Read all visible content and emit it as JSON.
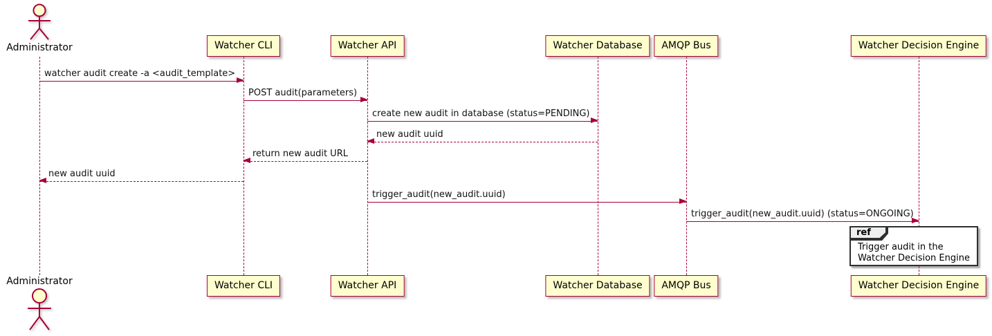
{
  "diagram": {
    "type": "sequence",
    "colors": {
      "participant_fill": "#FEFECE",
      "participant_border": "#A80036",
      "lifeline": "#A80036",
      "arrow": "#A80036",
      "message_text": "#111111",
      "ref_border": "#2F2F2F",
      "ref_header_fill": "#EEEEEE",
      "background": "#FFFFFF"
    },
    "actor": {
      "label": "Administrator"
    },
    "participants": [
      {
        "label": "Watcher CLI"
      },
      {
        "label": "Watcher API"
      },
      {
        "label": "Watcher Database"
      },
      {
        "label": "AMQP Bus"
      },
      {
        "label": "Watcher Decision Engine"
      }
    ],
    "messages": [
      {
        "label": "watcher audit create -a <audit_template>",
        "from": "Administrator",
        "to": "Watcher CLI",
        "line": "solid",
        "direction": "right"
      },
      {
        "label": "POST audit(parameters)",
        "from": "Watcher CLI",
        "to": "Watcher API",
        "line": "solid",
        "direction": "right"
      },
      {
        "label": "create new audit in database (status=PENDING)",
        "from": "Watcher API",
        "to": "Watcher Database",
        "line": "solid",
        "direction": "right"
      },
      {
        "label": "new audit uuid",
        "from": "Watcher Database",
        "to": "Watcher API",
        "line": "dashed",
        "direction": "left"
      },
      {
        "label": "return new audit URL",
        "from": "Watcher API",
        "to": "Watcher CLI",
        "line": "dashed",
        "direction": "left"
      },
      {
        "label": "new audit uuid",
        "from": "Watcher CLI",
        "to": "Administrator",
        "line": "dashed",
        "direction": "left"
      },
      {
        "label": "trigger_audit(new_audit.uuid)",
        "from": "Watcher API",
        "to": "AMQP Bus",
        "line": "solid",
        "direction": "right"
      },
      {
        "label": "trigger_audit(new_audit.uuid) (status=ONGOING)",
        "from": "AMQP Bus",
        "to": "Watcher Decision Engine",
        "line": "solid",
        "direction": "right"
      }
    ],
    "ref": {
      "keyword": "ref",
      "lines": [
        "Trigger audit in the",
        "Watcher Decision Engine"
      ]
    }
  }
}
